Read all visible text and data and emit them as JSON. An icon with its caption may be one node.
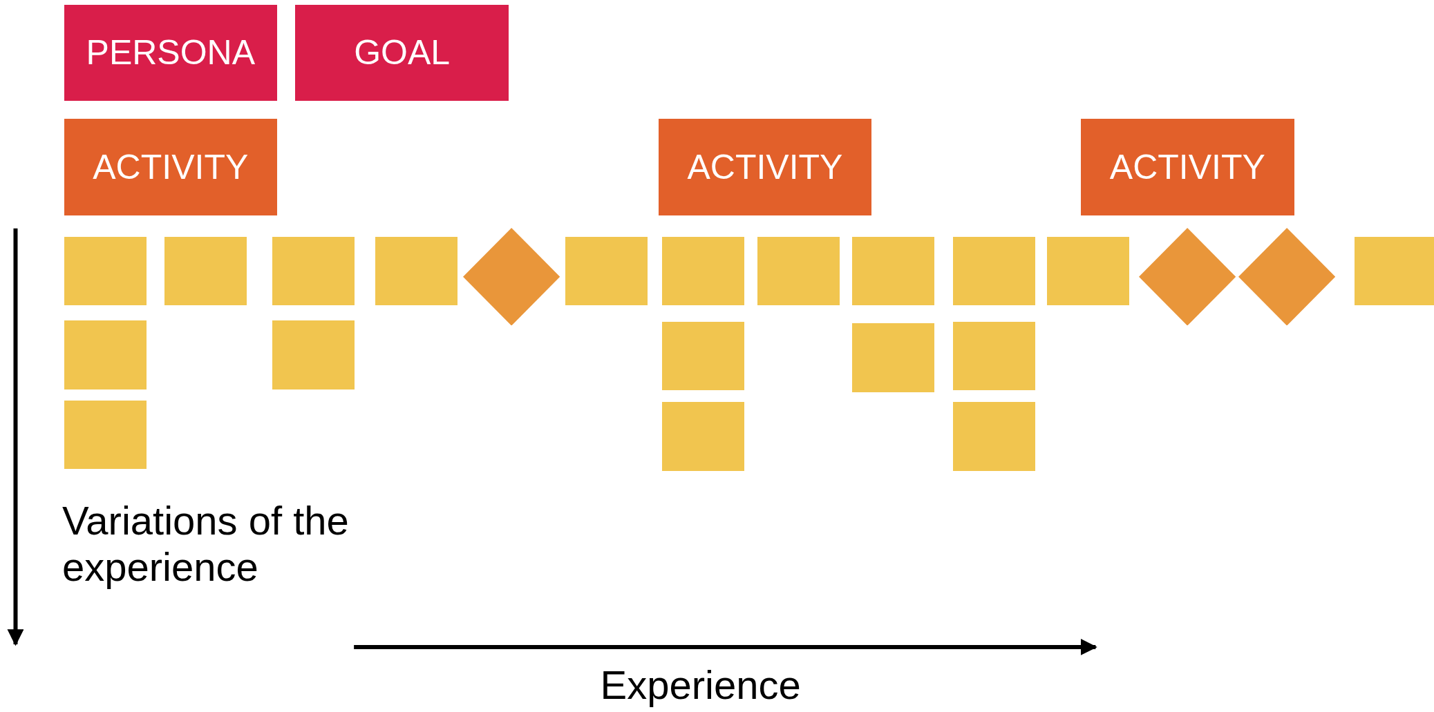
{
  "diagram": {
    "nodes": [
      {
        "text": [
          "PERSONA"
        ]
      },
      {
        "text": [
          "GOAL"
        ]
      },
      {
        "text": [
          "ACTIVITY"
        ]
      },
      {
        "text": [
          "ACTIVITY"
        ]
      },
      {
        "text": [
          "ACTIVITY"
        ]
      },
      {
        "text": [],
        "shape": "box"
      },
      {
        "text": [],
        "shape": "box"
      },
      {
        "text": [],
        "shape": "box"
      },
      {
        "text": [],
        "shape": "box"
      },
      {
        "text": [],
        "shape": "diamond"
      },
      {
        "text": [],
        "shape": "box"
      },
      {
        "text": [],
        "shape": "box"
      },
      {
        "text": [],
        "shape": "box"
      },
      {
        "text": [],
        "shape": "box"
      },
      {
        "text": [],
        "shape": "box"
      },
      {
        "text": [],
        "shape": "box"
      },
      {
        "text": [],
        "shape": "diamond"
      },
      {
        "text": [],
        "shape": "diamond"
      },
      {
        "text": [],
        "shape": "box"
      },
      {
        "text": [],
        "shape": "box"
      },
      {
        "text": [],
        "shape": "box"
      },
      {
        "text": [],
        "shape": "box"
      },
      {
        "text": [],
        "shape": "box"
      },
      {
        "text": [],
        "shape": "box"
      },
      {
        "text": [],
        "shape": "box"
      },
      {
        "text": [],
        "shape": "box"
      },
      {
        "text": [],
        "shape": "box"
      }
    ],
    "edges": [],
    "labels": [
      "Variations of the experience",
      "Experience"
    ]
  }
}
